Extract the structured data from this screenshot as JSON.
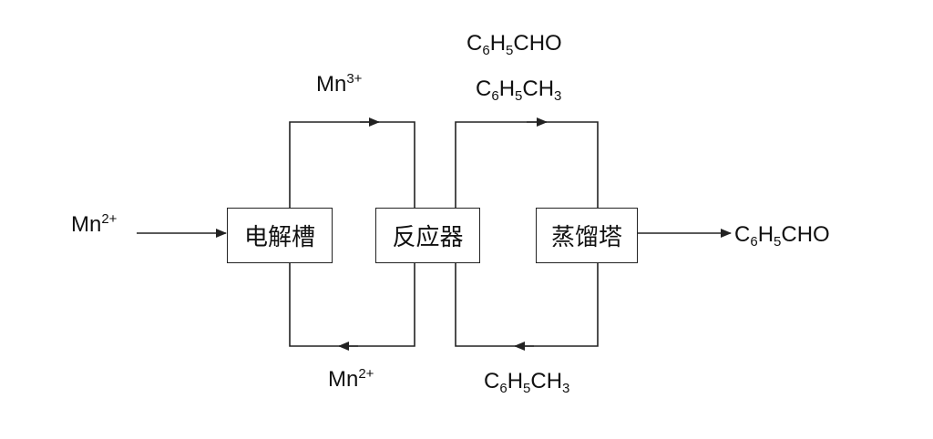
{
  "boxes": {
    "electrolyzer": "电解槽",
    "reactor": "反应器",
    "distillation": "蒸馏塔"
  },
  "labels": {
    "mn_in": {
      "base": "Mn",
      "sup": "2+"
    },
    "mn3_top": {
      "base": "Mn",
      "sup": "3+"
    },
    "mn2_bottom": {
      "base": "Mn",
      "sup": "2+"
    },
    "product_top_1": {
      "p1": "C",
      "s1": "6",
      "p2": "H",
      "s2": "5",
      "p3": "CHO"
    },
    "product_top_2": {
      "p1": "C",
      "s1": "6",
      "p2": "H",
      "s2": "5",
      "p3": "CH",
      "s3": "3"
    },
    "recycle_bottom": {
      "p1": "C",
      "s1": "6",
      "p2": "H",
      "s2": "5",
      "p3": "CH",
      "s3": "3"
    },
    "product_out": {
      "p1": "C",
      "s1": "6",
      "p2": "H",
      "s2": "5",
      "p3": "CHO"
    }
  },
  "colors": {
    "line": "#222222",
    "text": "#111111"
  }
}
